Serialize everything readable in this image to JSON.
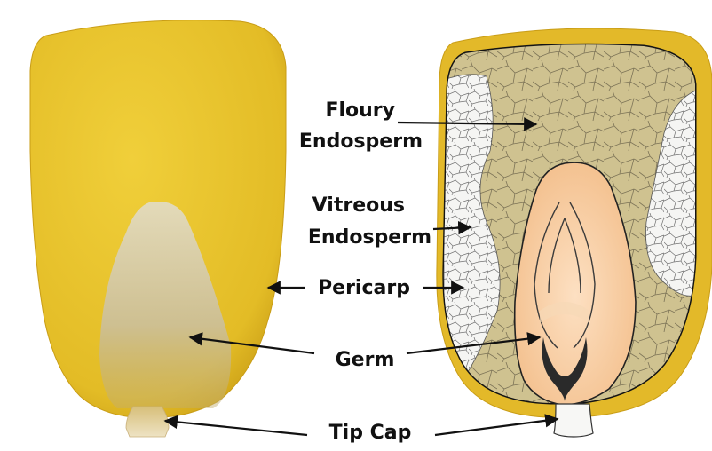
{
  "labels": {
    "floury_line1": "Floury",
    "floury_line2": "Endosperm",
    "vitreous_line1": "Vitreous",
    "vitreous_line2": "Endosperm",
    "pericarp": "Pericarp",
    "germ": "Germ",
    "tip_cap": "Tip Cap"
  },
  "colors": {
    "pericarp": "#e8c22b",
    "pericarp_dark": "#d3a71a",
    "germ": "#f6c89a",
    "floury_endosperm": "#cfc290",
    "vitreous_endosperm": "#f3f3f1",
    "arrow": "#111111"
  }
}
